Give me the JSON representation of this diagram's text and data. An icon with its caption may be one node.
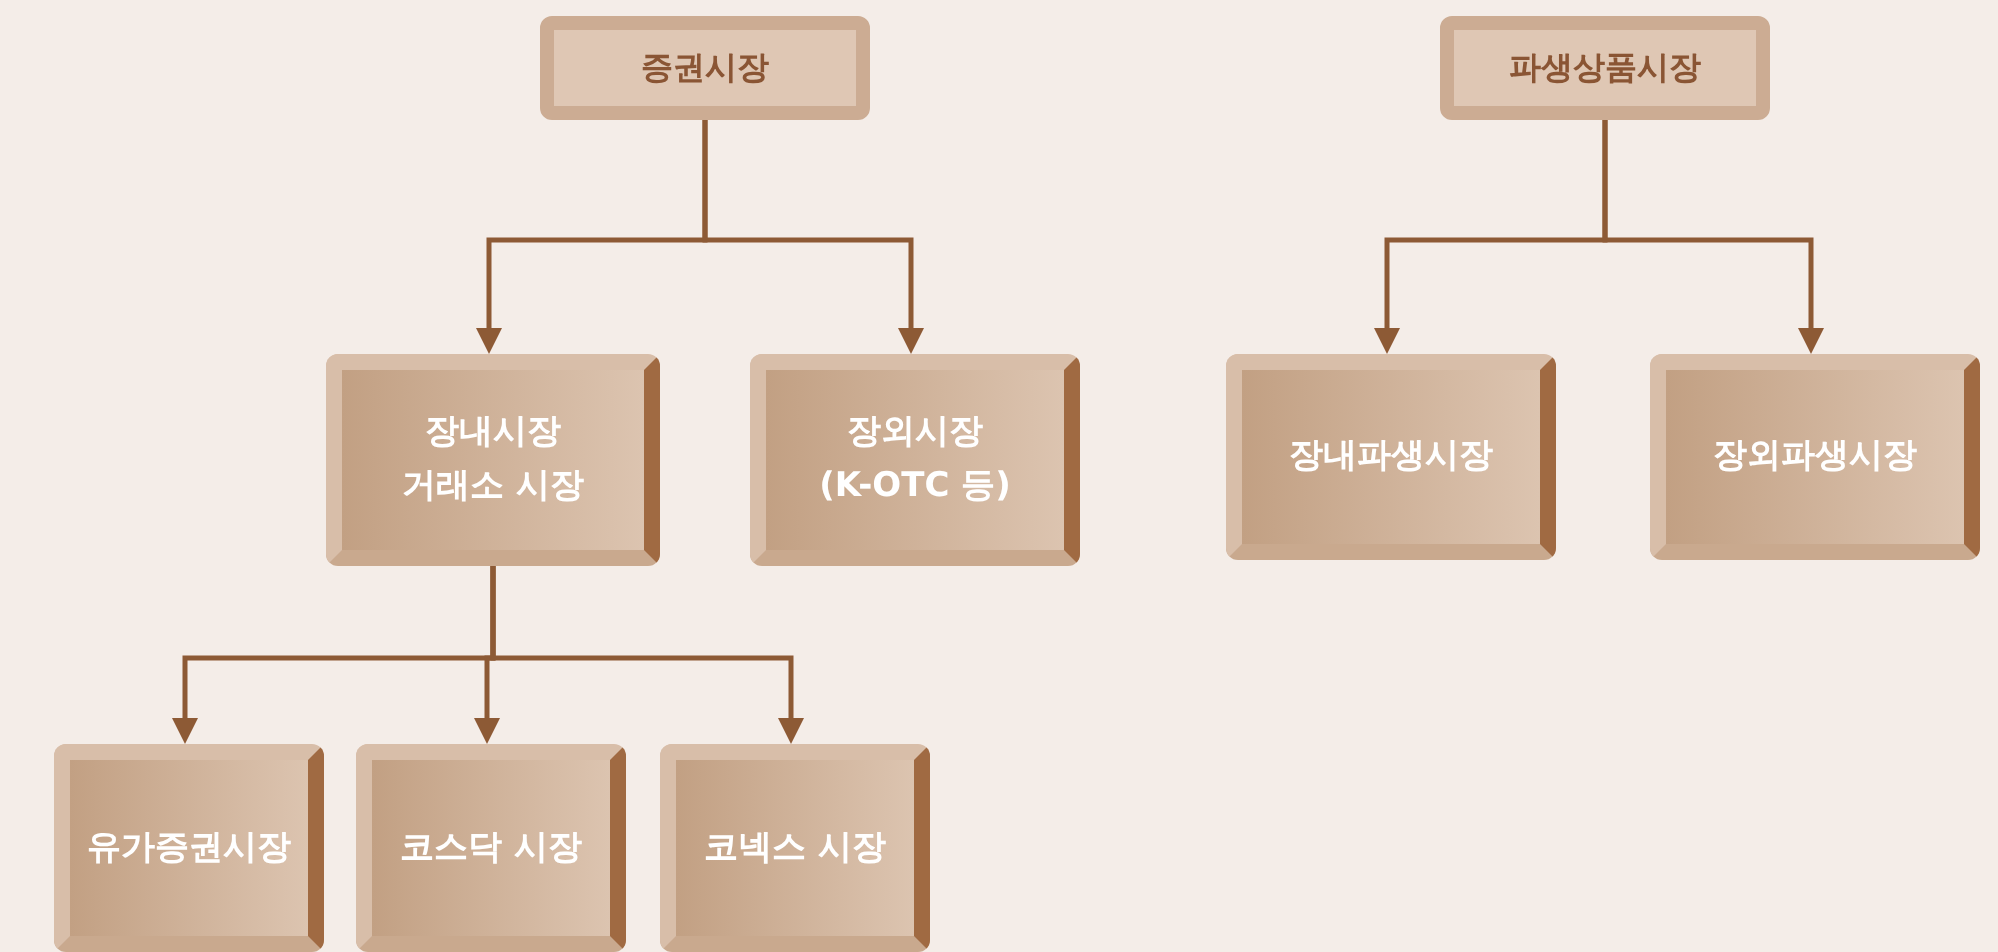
{
  "diagram": {
    "nodes": [
      {
        "text": [
          "증권시장"
        ]
      },
      {
        "text": [
          "파생상품시장"
        ]
      },
      {
        "text": [
          "장내시장",
          "거래소 시장"
        ]
      },
      {
        "text": [
          "장외시장",
          "(K-OTC 등)"
        ]
      },
      {
        "text": [
          "장내파생시장"
        ]
      },
      {
        "text": [
          "장외파생시장"
        ]
      },
      {
        "text": [
          "유가증권시장"
        ]
      },
      {
        "text": [
          "코스닥 시장"
        ]
      },
      {
        "text": [
          "코넥스 시장"
        ]
      }
    ],
    "edges": [
      {
        "from": 0,
        "to": 2,
        "arrow": "to"
      },
      {
        "from": 0,
        "to": 3,
        "arrow": "to"
      },
      {
        "from": 1,
        "to": 4,
        "arrow": "to"
      },
      {
        "from": 1,
        "to": 5,
        "arrow": "to"
      },
      {
        "from": 2,
        "to": 6,
        "arrow": "to"
      },
      {
        "from": 2,
        "to": 7,
        "arrow": "to"
      },
      {
        "from": 2,
        "to": 8,
        "arrow": "to"
      }
    ]
  }
}
